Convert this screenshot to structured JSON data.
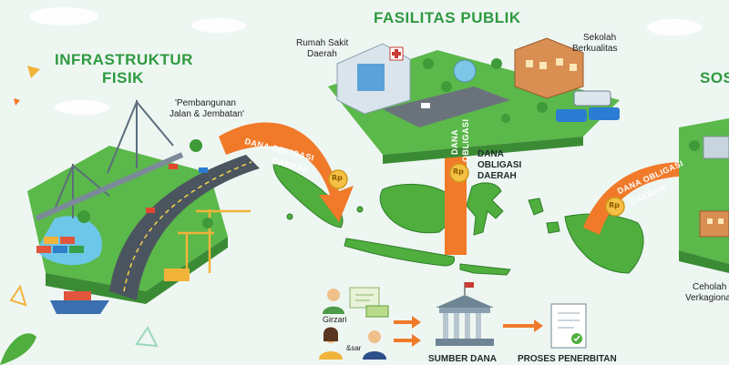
{
  "sections": {
    "infra_title_1": "INFRASTRUKTUR",
    "infra_title_2": "FISIK",
    "public_title": "FASILITAS PUBLIK",
    "social_title": "SOS"
  },
  "labels": {
    "road_bridge_1": "'Pembangunan",
    "road_bridge_2": "Jalan & Jembatan'",
    "hospital_1": "Rumah Sakit",
    "hospital_2": "Daerah",
    "school_1": "Sekolah",
    "school_2": "Berkualitas",
    "bond_mid_1": "DANA",
    "bond_mid_2": "OBLIGASI",
    "bond_mid_3": "DAERAH",
    "right_1": "Ceholah",
    "right_2": "Verkagional",
    "person_1": "Girzari",
    "person_2": "&sar",
    "source_fund": "SUMBER DANA",
    "issuance": "PROSES PENERBITAN"
  },
  "arrows": {
    "left_1": "DANA OBLIGASI",
    "left_2": "DAERAH",
    "up_1": "DANA",
    "up_2": "OBLIGASI",
    "right_1": "DANA OBLIGASI",
    "right_2": "DAERAH"
  },
  "coins": {
    "symbol": "Rp"
  },
  "colors": {
    "green": "#2e9a3f",
    "orange": "#f07a2a",
    "map_green": "#4fae3d",
    "sea": "#eef6f2"
  }
}
